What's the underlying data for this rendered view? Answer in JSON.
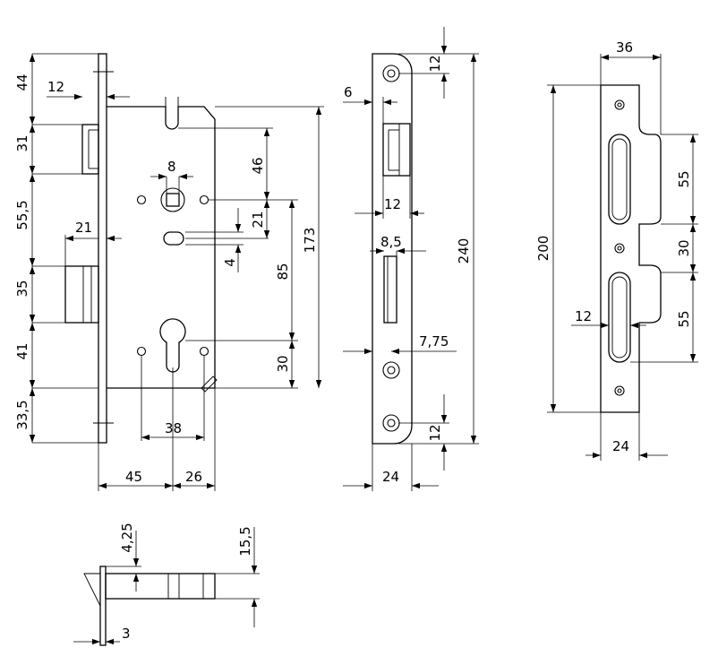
{
  "dimensions": {
    "front_left": [
      "44",
      "31",
      "55,5",
      "35",
      "41",
      "33,5"
    ],
    "forend_width": "12",
    "spindle_square": "8",
    "latch_offset": "21",
    "bolt_offset": "21",
    "spindle_drop": "46",
    "slot_width": "4",
    "backset": "85",
    "cylinder_drop": "30",
    "case_height": "173",
    "cylinder_pitch": "38",
    "bottom_45": "45",
    "bottom_26": "26",
    "faceplate_thickness": "6",
    "faceplate_top_12": "12",
    "faceplate_latch_12": "12",
    "faceplate_bolt_85": "8,5",
    "faceplate_775": "7,75",
    "faceplate_bottom_12": "12",
    "faceplate_length": "240",
    "faceplate_width": "24",
    "strike_width_top": "36",
    "strike_length": "200",
    "strike_slot1": "55",
    "strike_gap": "30",
    "strike_slot2": "55",
    "strike_slot_offset": "12",
    "strike_width_bottom": "24",
    "top_view_425": "4,25",
    "top_view_155": "15,5",
    "top_view_3": "3"
  }
}
